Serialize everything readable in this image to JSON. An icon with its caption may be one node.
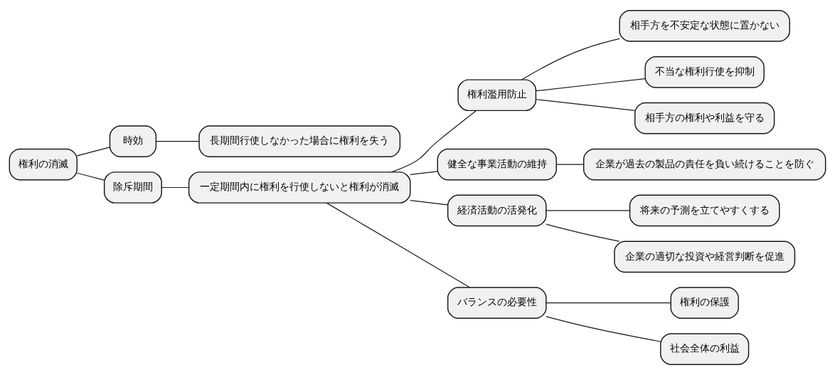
{
  "diagram": {
    "nodes": [
      {
        "text": [
          "権利の消滅"
        ]
      },
      {
        "text": [
          "時効"
        ]
      },
      {
        "text": [
          "長期間行使しなかった場合に権利を失う"
        ]
      },
      {
        "text": [
          "除斥期間"
        ]
      },
      {
        "text": [
          "一定期間内に権利を行使しないと権利が消滅"
        ]
      },
      {
        "text": [
          "権利濫用防止"
        ]
      },
      {
        "text": [
          "相手方を不安定な状態に置かない"
        ]
      },
      {
        "text": [
          "不当な権利行使を抑制"
        ]
      },
      {
        "text": [
          "相手方の権利や利益を守る"
        ]
      },
      {
        "text": [
          "健全な事業活動の維持"
        ]
      },
      {
        "text": [
          "企業が過去の製品の責任を負い続けることを防ぐ"
        ]
      },
      {
        "text": [
          "経済活動の活発化"
        ]
      },
      {
        "text": [
          "将来の予測を立てやすくする"
        ]
      },
      {
        "text": [
          "企業の適切な投資や経営判断を促進"
        ]
      },
      {
        "text": [
          "バランスの必要性"
        ]
      },
      {
        "text": [
          "権利の保護"
        ]
      },
      {
        "text": [
          "社会全体の利益"
        ]
      }
    ],
    "edges": [
      {
        "from": 0,
        "to": 1,
        "arrow": "none"
      },
      {
        "from": 1,
        "to": 2,
        "arrow": "none"
      },
      {
        "from": 0,
        "to": 3,
        "arrow": "none"
      },
      {
        "from": 3,
        "to": 4,
        "arrow": "none"
      },
      {
        "from": 4,
        "to": 5,
        "arrow": "none"
      },
      {
        "from": 5,
        "to": 6,
        "arrow": "none"
      },
      {
        "from": 5,
        "to": 7,
        "arrow": "none"
      },
      {
        "from": 5,
        "to": 8,
        "arrow": "none"
      },
      {
        "from": 4,
        "to": 9,
        "arrow": "none"
      },
      {
        "from": 9,
        "to": 10,
        "arrow": "none"
      },
      {
        "from": 4,
        "to": 11,
        "arrow": "none"
      },
      {
        "from": 11,
        "to": 12,
        "arrow": "none"
      },
      {
        "from": 11,
        "to": 13,
        "arrow": "none"
      },
      {
        "from": 4,
        "to": 14,
        "arrow": "none"
      },
      {
        "from": 14,
        "to": 15,
        "arrow": "none"
      },
      {
        "from": 14,
        "to": 16,
        "arrow": "none"
      }
    ]
  }
}
